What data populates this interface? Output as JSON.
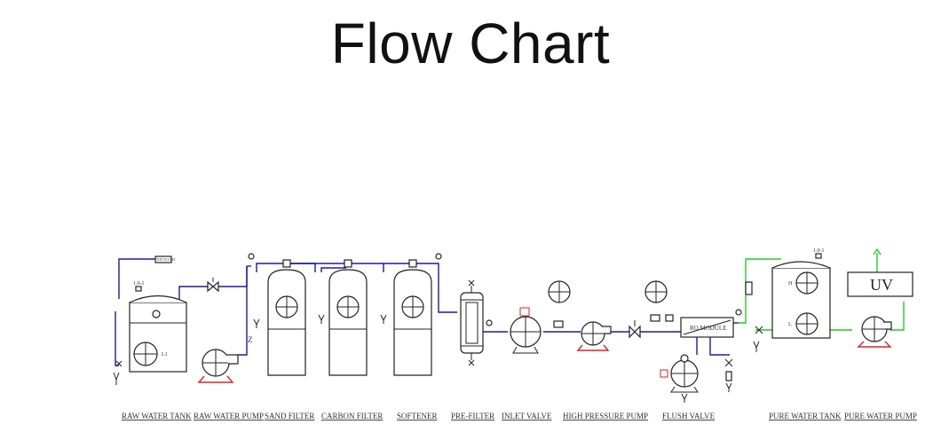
{
  "title": "Flow Chart",
  "labels": {
    "raw_water_tank": "RAW WATER TANK",
    "raw_water_pump": "RAW WATER PUMP",
    "sand_filter": "SAND FILTER",
    "carbon_filter": "CARBON FILTER",
    "softener": "SOFTENER",
    "pre_filter": "PRE-FILTER",
    "inlet_valve": "INLET VALVE",
    "high_pressure_pump": "HIGH PRESSURE PUMP",
    "flush_valve": "FLUSH VALVE",
    "pure_water_tank": "PURE WATER TANK",
    "pure_water_pump": "PURE WATER PUMP"
  },
  "equipment_text": {
    "ro_module": "RO MODULE",
    "uv": "UV",
    "l1": "L1",
    "h": "H",
    "l": "L",
    "level_tag_1": "1.0-1",
    "level_tag_2": "1.0-1",
    "feed_tag": "TOP FLUSH"
  },
  "colors": {
    "raw_pipe": "#1a1aa8",
    "pure_pipe": "#22cc22",
    "pump_base": "#dd2222",
    "line": "#222222"
  }
}
